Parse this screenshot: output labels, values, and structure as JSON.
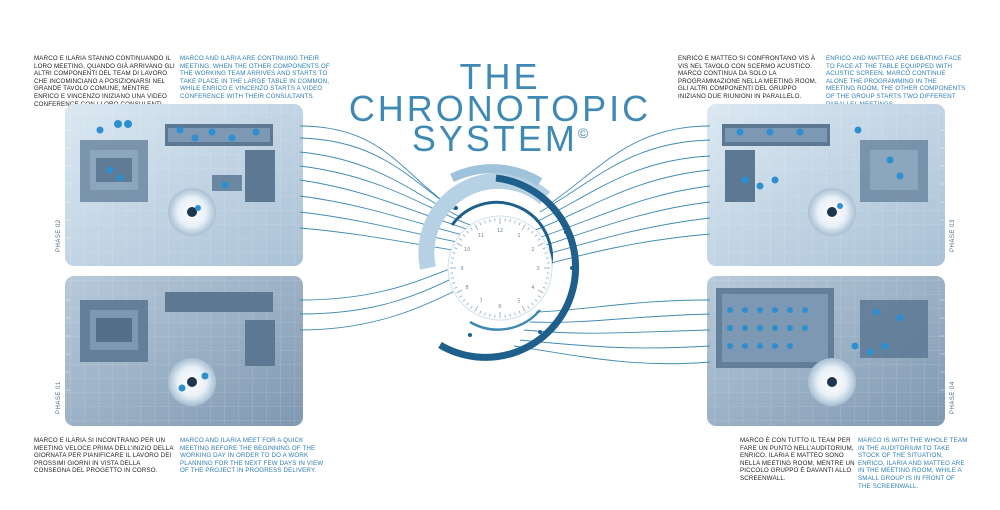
{
  "title": {
    "line1": "THE",
    "line2": "CHRONOTOPIC",
    "line3": "SYSTEM",
    "mark": "©"
  },
  "phases": {
    "p1": "PHASE 01",
    "p2_left": "PHASE 02",
    "p2_right": "PHASE 03",
    "p4": "PHASE 04"
  },
  "texts": {
    "top_left_it": "MARCO E ILARIA STANNO CONTINUANDO IL LORO MEETING, QUANDO GIÀ ARRIVANO GLI ALTRI COMPONENTI DEL TEAM DI LAVORO CHE INCOMINCIANO A POSIZIONARSI NEL GRANDE TAVOLO COMUNE, MENTRE ENRICO E VINCENZO INIZIANO UNA VIDEO CONFERENCE CON I LORO CONSULENTI.",
    "top_left_en": "MARCO AND ILARIA ARE CONTINUING THEIR MEETING, WHEN THE OTHER COMPONENTS OF THE WORKING TEAM ARRIVES AND STARTS TO TAKE PLACE IN THE LARGE TABLE IN COMMON, WHILE ENRICO E VINCENZO STARTS A VIDEO CONFERENCE WITH THEIR CONSULTANTS.",
    "top_right_it": "ENRICO E MATTEO SI CONFRONTANO VIS À VIS NEL TAVOLO CON SCERMO ACUSTICO. MARCO CONTINUA DA SOLO LA PROGRAMMAZIONE NELLA MEETING ROOM, GLI ALTRI COMPONENTI DEL GRUPPO INIZIANO DUE RIUNIONI IN PARALLELO.",
    "top_right_en": "ENRICO AND MATTEO ARE DEBATING FACE TO FACE AT THE TABLE EQUIPPED WITH ACUSTIC SCREEN. MARCO CONTINUE ALONE THE PROGRAMMING IN THE MEETING ROOM, THE OTHER COMPONENTS OF THE GROUP STARTS TWO DIFFERENT PARALLEL MEETINGS.",
    "bottom_left_it": "MARCO E ILARIA SI INCONTRANO PER UN MEETING VELOCE PRIMA DELL'INIZIO DELLA GIORNATA PER PIANIFICARE IL LAVORO DEI PROSSIMI GIORNI IN VISTA DELLA CONSEGNA DEL PROGETTO IN CORSO.",
    "bottom_left_en": "MARCO AND ILARIA MEET FOR A QUICK MEETING BEFORE THE BEGINNING OF THE WORKING DAY IN ORDER TO DO A WORK PLANNING FOR THE NEXT FEW DAYS IN VIEW OF THE PROJECT IN PROGRESS DELIVERY.",
    "bottom_right_it": "MARCO È CON TUTTO IL TEAM PER FARE UN PUNTO NELL'AUDITORIUM, ENRICO, ILARIA E MATTEO SONO NELLA MEETING ROOM, MENTRE UN PICCOLO GRUPPO È DAVANTI ALLO SCREENWALL.",
    "bottom_right_en": "MARCO IS WITH THE WHOLE TEAM IN THE AUDITORIUM TO TAKE STOCK OF THE SITUATION, ENRICO, ILARIA AND MATTEO ARE IN THE MEETING ROOM, WHILE A SMALL GROUP IS IN FRONT OF THE SCREENWALL."
  },
  "clock": {
    "labels": [
      "12",
      "1",
      "2",
      "3",
      "4",
      "5",
      "6",
      "7",
      "8",
      "9",
      "10",
      "11"
    ]
  },
  "colors": {
    "accent": "#3f8ab5",
    "dark_accent": "#1e5f8c",
    "panel_light": "#c9dcea",
    "panel_dark": "#8ea6bd",
    "italian_text": "#222222",
    "english_text": "#2d7db3"
  }
}
